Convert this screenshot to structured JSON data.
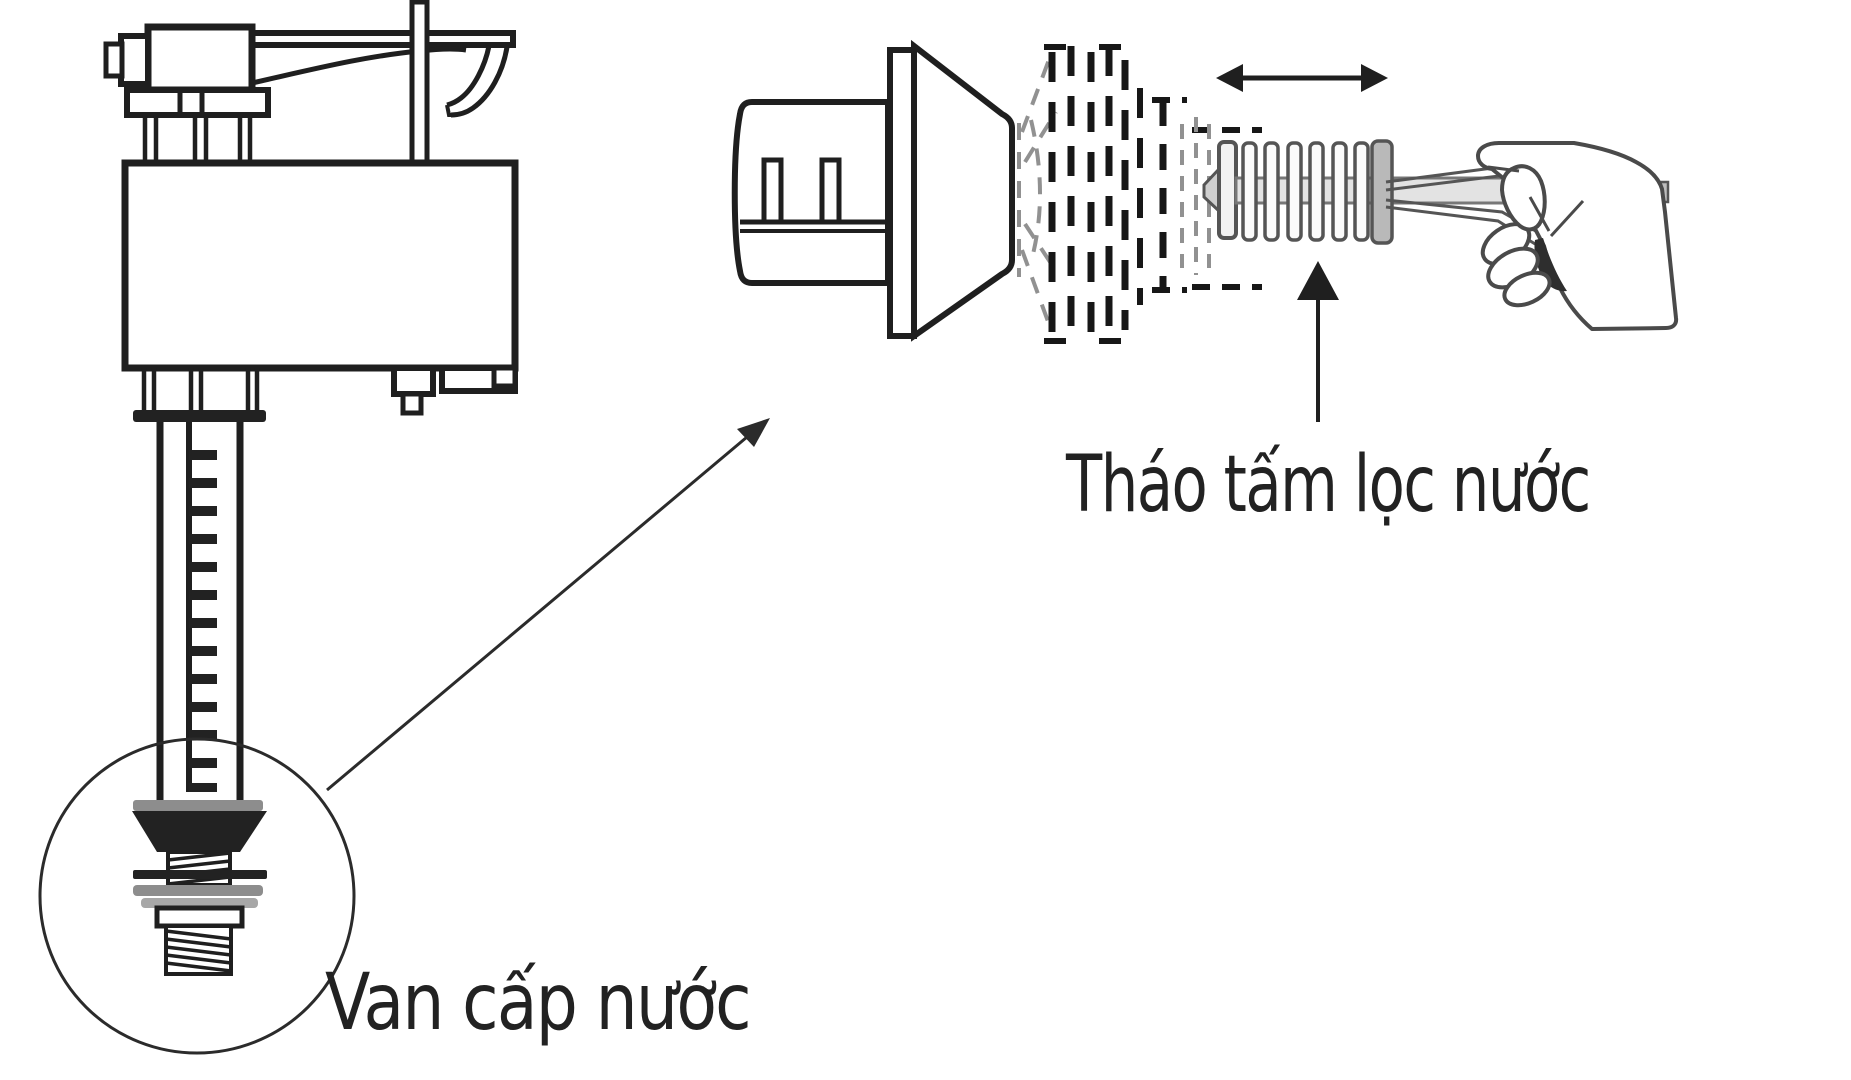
{
  "figure": {
    "background": "#ffffff",
    "ink_color": "#1f1f1f",
    "gray_part_color": "#8d8d8d",
    "light_gray_color": "#bdbdbd",
    "labels": {
      "supply_valve": "Van cấp nước",
      "remove_filter": "Tháo tấm lọc nước"
    },
    "icons": [
      "detail-callout-arrow",
      "slide-direction-double-arrow",
      "filter-pointer-arrow"
    ]
  }
}
